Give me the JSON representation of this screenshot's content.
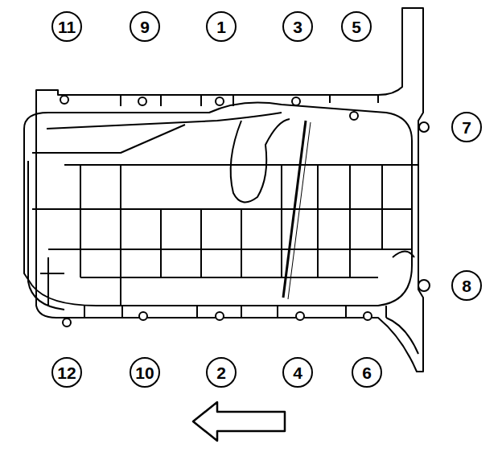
{
  "diagram": {
    "labels": [
      "11",
      "9",
      "1",
      "3",
      "5",
      "7",
      "8",
      "12",
      "10",
      "2",
      "4",
      "6"
    ]
  }
}
